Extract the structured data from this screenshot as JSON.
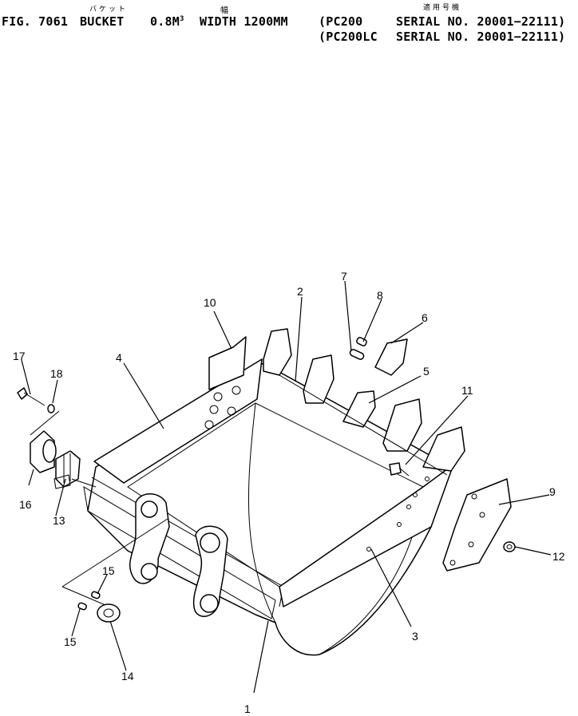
{
  "header": {
    "fig": "FIG. 7061",
    "name_jp": "バケット",
    "name_en": "BUCKET",
    "capacity": "0.8M",
    "capacity_sup": "3",
    "width_jp": "幅",
    "width": "WIDTH 1200MM",
    "applicable_jp": "適用号機",
    "model_1": "(PC200",
    "serial_1": "SERIAL NO. 20001−22111)",
    "model_2": "(PC200LC",
    "serial_2": "SERIAL NO. 20001−22111)"
  },
  "callouts": [
    "1",
    "2",
    "3",
    "4",
    "5",
    "6",
    "7",
    "8",
    "9",
    "10",
    "11",
    "12",
    "13",
    "14",
    "15",
    "15",
    "16",
    "17",
    "18"
  ]
}
